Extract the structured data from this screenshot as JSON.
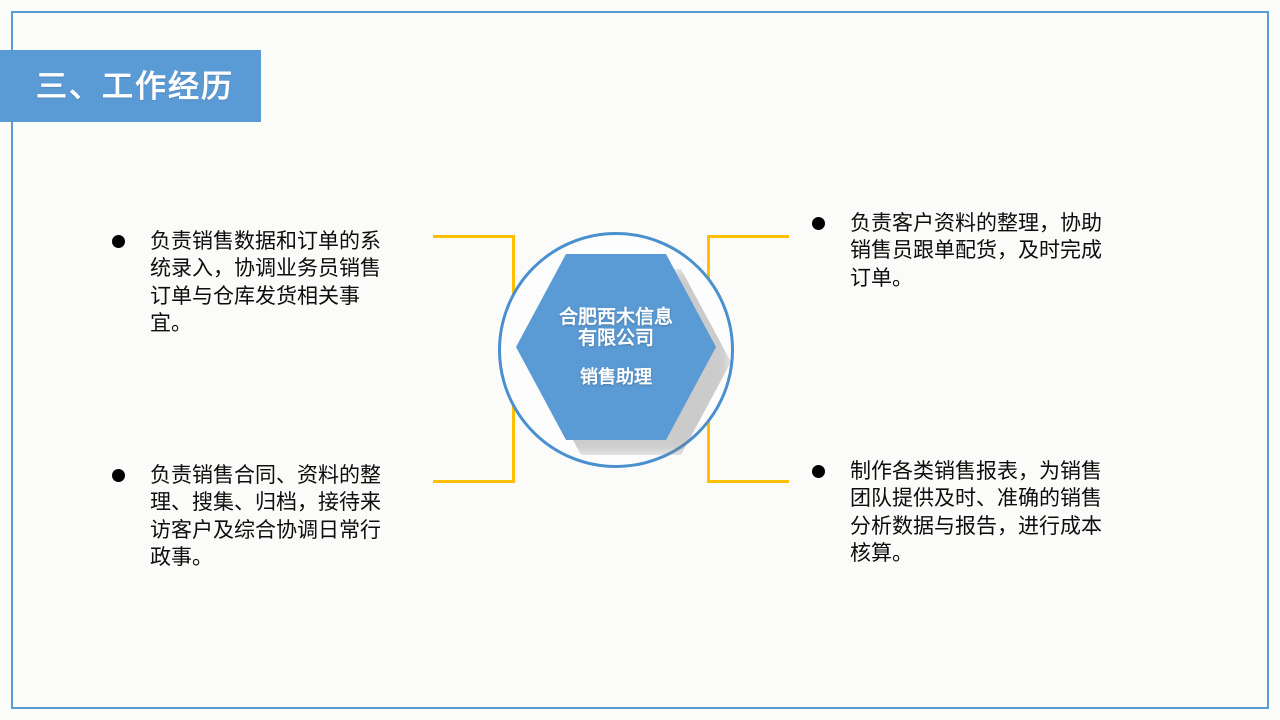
{
  "slide": {
    "title": "三、工作经历",
    "background_color": "#fbfbfa",
    "frame_color": "#5b9bd5",
    "accent_blue": "#5b9bd5",
    "accent_yellow": "#ffc000",
    "bullet_color": "#000000"
  },
  "center": {
    "company": "合肥西木信息有限公司",
    "role": "销售助理",
    "shape": "hexagon",
    "ring_color": "#4a90cf",
    "fill_color": "#5b9bd5",
    "text_color": "#ffffff"
  },
  "bullets": {
    "top_left": "负责销售数据和订单的系统录入，协调业务员销售订单与仓库发货相关事宜。",
    "bottom_left": "负责销售合同、资料的整理、搜集、归档，接待来访客户及综合协调日常行政事。",
    "top_right": "负责客户资料的整理，协助销售员跟单配货，及时完成订单。",
    "bottom_right": "制作各类销售报表，为销售团队提供及时、准确的销售分析数据与报告，进行成本核算。"
  }
}
